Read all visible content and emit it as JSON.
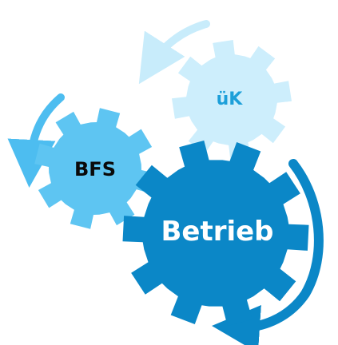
{
  "gears": {
    "uk": {
      "label": "üK"
    },
    "bfs": {
      "label": "BFS"
    },
    "betrieb": {
      "label": "Betrieb"
    }
  },
  "colors": {
    "background": "#ffffff",
    "blob": "#ffffff",
    "uk_gear": "#cdeefc",
    "uk_text": "#1c9fd9",
    "bfs_gear": "#5ec5f2",
    "bfs_text": "#0a0a0a",
    "betrieb_gear": "#0b87c7",
    "betrieb_text": "#ffffff",
    "arrow_light": "#c8ecfb",
    "arrow_mid": "#4dbdf0",
    "arrow_dark": "#0b87c7"
  }
}
